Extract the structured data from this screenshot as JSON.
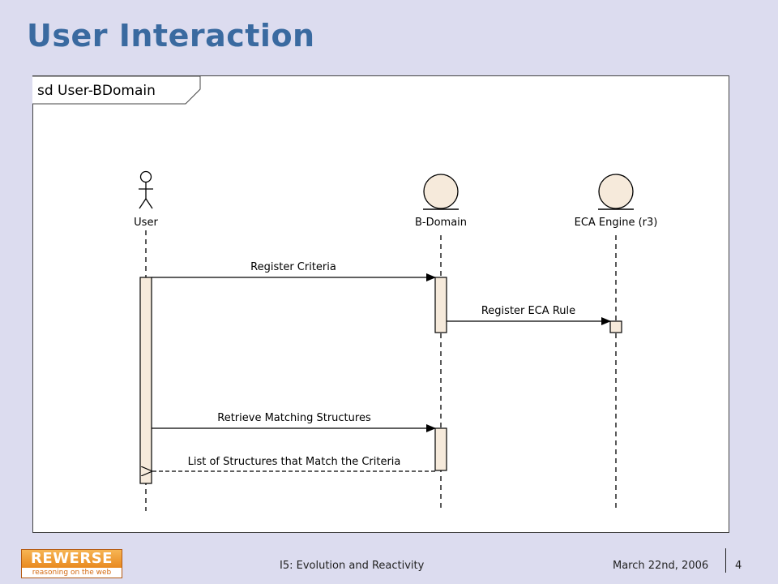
{
  "slide": {
    "title": "User Interaction"
  },
  "diagram": {
    "frame_label": "sd User-BDomain",
    "lifelines": [
      {
        "name": "User",
        "kind": "actor"
      },
      {
        "name": "B-Domain",
        "kind": "entity"
      },
      {
        "name": "ECA Engine (r3)",
        "kind": "entity"
      }
    ],
    "messages": [
      {
        "label": "Register Criteria",
        "from": "User",
        "to": "B-Domain",
        "type": "sync"
      },
      {
        "label": "Register ECA Rule",
        "from": "B-Domain",
        "to": "ECA Engine (r3)",
        "type": "sync"
      },
      {
        "label": "Retrieve Matching Structures",
        "from": "User",
        "to": "B-Domain",
        "type": "sync"
      },
      {
        "label": "List of Structures that Match the Criteria",
        "from": "B-Domain",
        "to": "User",
        "type": "return"
      }
    ]
  },
  "footer": {
    "logo_main": "REWERSE",
    "logo_sub": "reasoning on the web",
    "center_text": "I5: Evolution and Reactivity",
    "date": "March 22nd, 2006",
    "page_number": "4"
  }
}
